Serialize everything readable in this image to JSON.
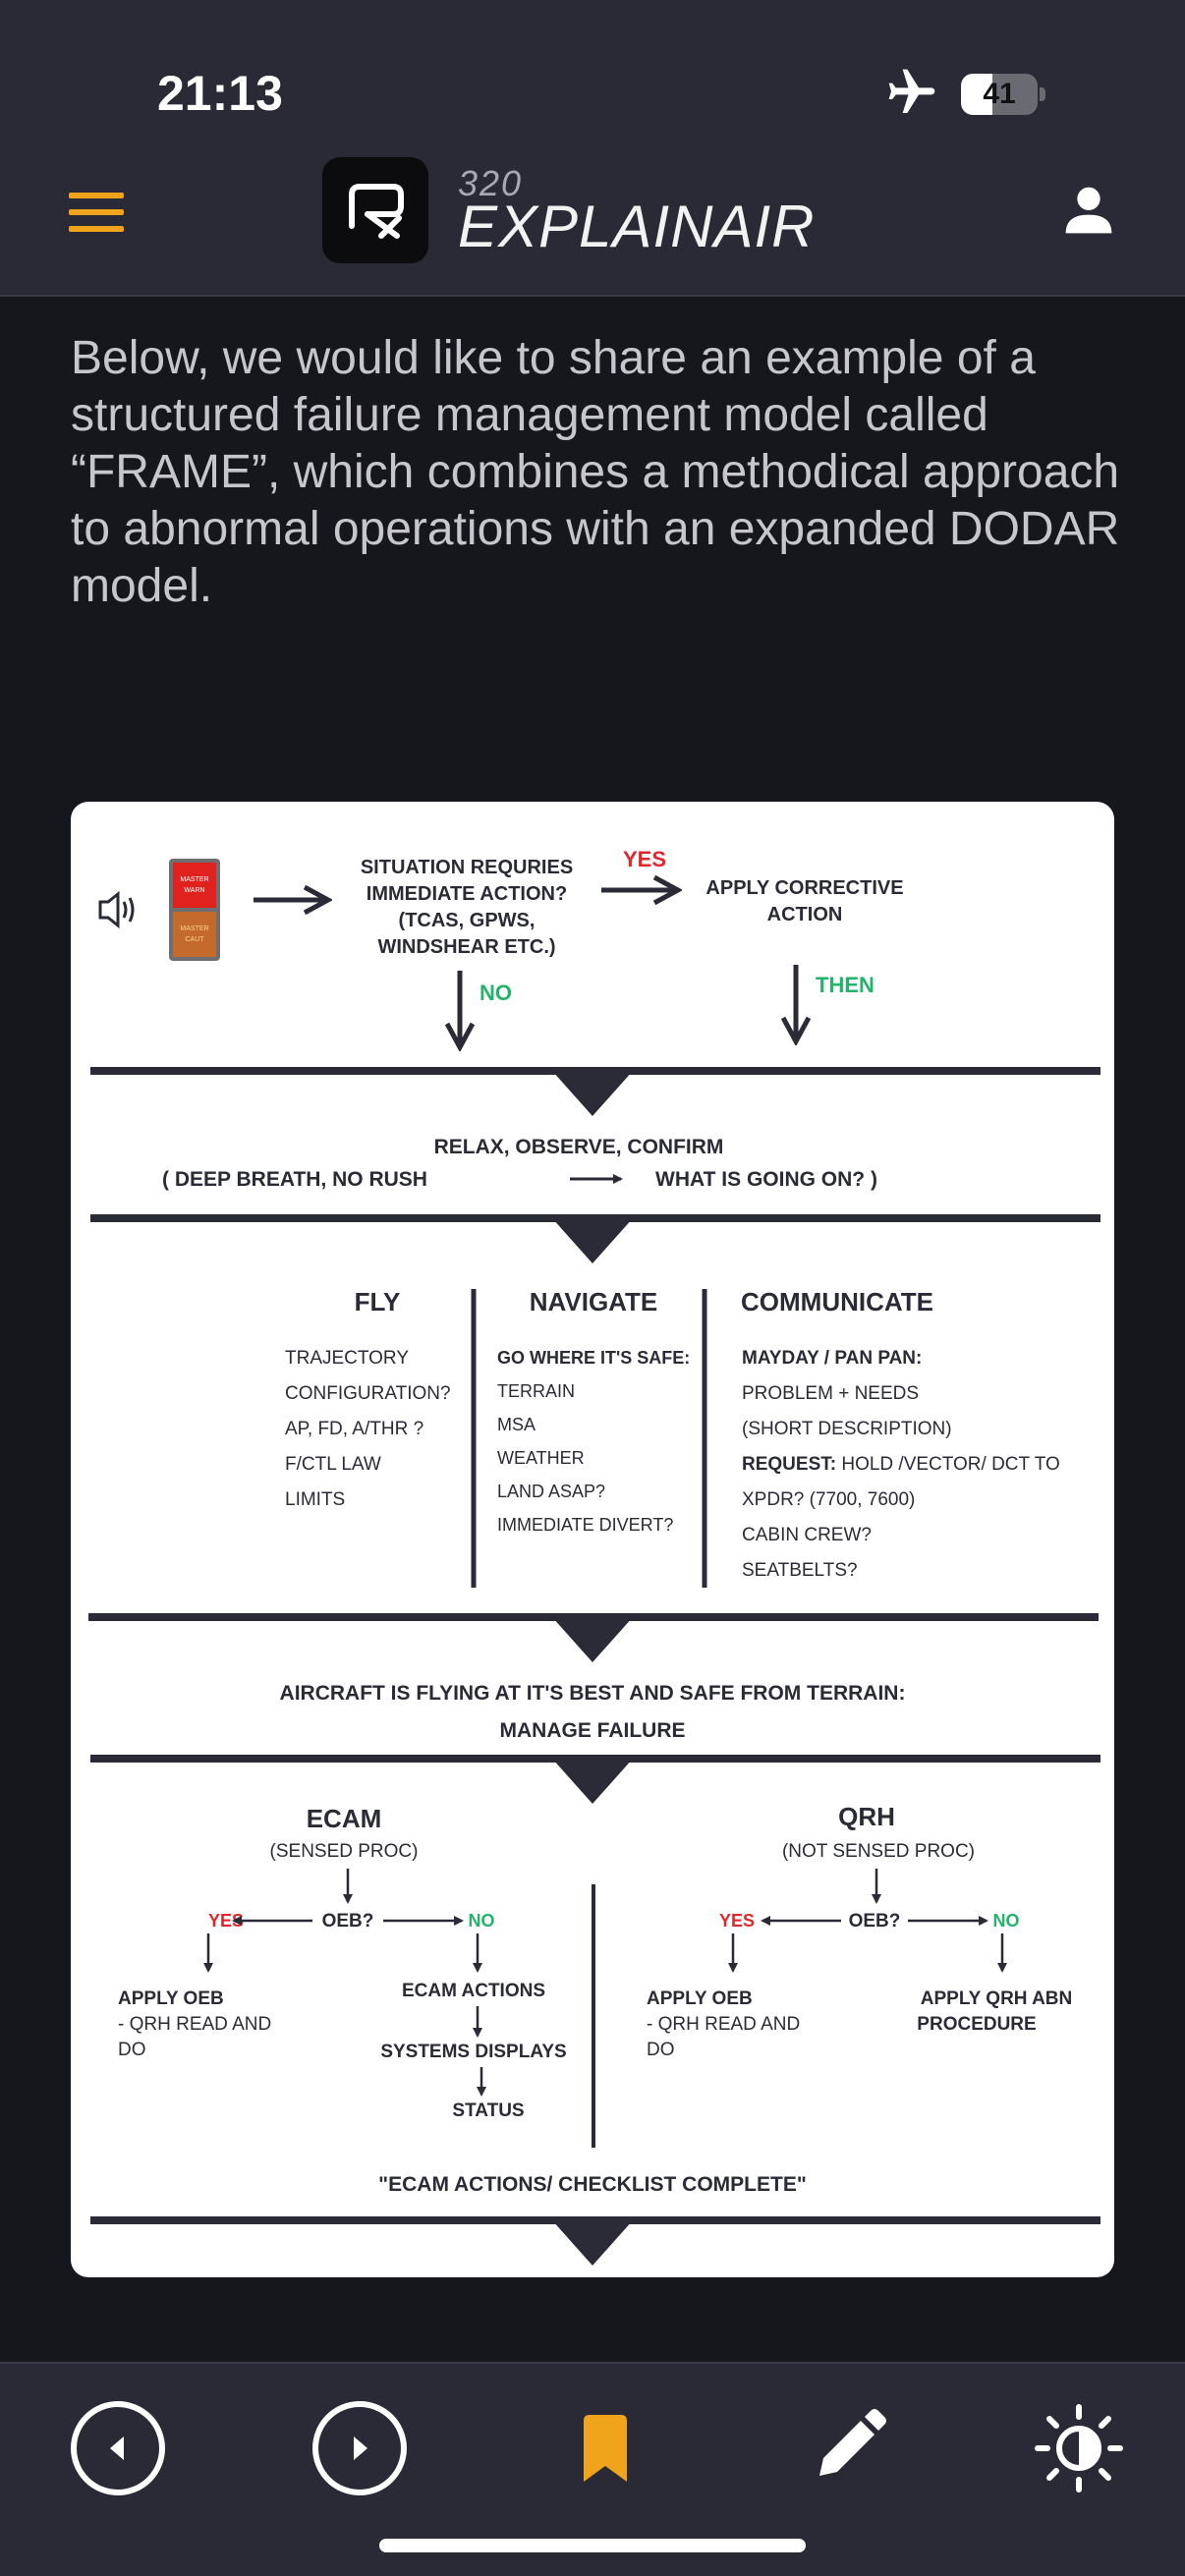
{
  "status_bar": {
    "time": "21:13",
    "battery": "41",
    "battery_level": 0.41
  },
  "header": {
    "logo_sub": "320",
    "logo_title": "EXPLAINAIR"
  },
  "intro_text": "Below, we would like to share an example of a structured failure management model called “FRAME”, which combines a methodical approach to abnormal operations with an expanded DODAR model.",
  "diagram": {
    "master_warn": [
      "MASTER",
      "WARN"
    ],
    "master_caut": [
      "MASTER",
      "CAUT"
    ],
    "situation": [
      "SITUATION REQURIES",
      "IMMEDIATE ACTION?",
      "(TCAS, GPWS,",
      "WINDSHEAR ETC.)"
    ],
    "yes": "YES",
    "no": "NO",
    "then": "THEN",
    "apply_corrective": [
      "APPLY CORRECTIVE",
      "ACTION"
    ],
    "relax": "RELAX, OBSERVE, CONFIRM",
    "deep_breath": "( DEEP BREATH, NO RUSH",
    "what_going_on": "WHAT IS GOING ON? )",
    "fly": {
      "title": "FLY",
      "items": [
        "TRAJECTORY",
        "CONFIGURATION?",
        "AP, FD, A/THR ?",
        "F/CTL LAW",
        "LIMITS"
      ]
    },
    "navigate": {
      "title": "NAVIGATE",
      "heading": "GO WHERE IT'S SAFE:",
      "items": [
        "TERRAIN",
        "MSA",
        "WEATHER",
        "LAND ASAP?",
        "IMMEDIATE DIVERT?"
      ]
    },
    "communicate": {
      "title": "COMMUNICATE",
      "mayday": "MAYDAY / PAN PAN:",
      "problem": "PROBLEM + NEEDS",
      "short": "(SHORT DESCRIPTION)",
      "request_label": "REQUEST:",
      "request_text": " HOLD /VECTOR/ DCT TO",
      "items": [
        "XPDR? (7700, 7600)",
        "CABIN CREW?",
        "SEATBELTS?"
      ]
    },
    "aircraft_safe": "AIRCRAFT IS FLYING AT IT'S BEST AND SAFE FROM TERRAIN:",
    "manage_failure": "MANAGE FAILURE",
    "ecam": {
      "title": "ECAM",
      "sub": "(SENSED PROC)",
      "oeb": "OEB?",
      "apply_oeb": "APPLY OEB",
      "qrh_read": [
        "- QRH READ AND",
        "DO"
      ],
      "actions": "ECAM ACTIONS",
      "systems": "SYSTEMS DISPLAYS",
      "status": "STATUS"
    },
    "qrh": {
      "title": "QRH",
      "sub": "(NOT SENSED PROC)",
      "oeb": "OEB?",
      "apply_oeb": "APPLY OEB",
      "qrh_read": [
        "- QRH READ AND",
        "DO"
      ],
      "apply_abn": [
        "APPLY QRH ABN",
        "PROCEDURE"
      ]
    },
    "complete": "\"ECAM ACTIONS/ CHECKLIST COMPLETE\""
  },
  "colors": {
    "accent": "#f0a41c",
    "yes": "#e3262b",
    "no": "#23b36b",
    "ink": "#2a2b36",
    "header_bg": "#2a2a37",
    "page_bg": "#16161d"
  },
  "bottom_nav": [
    "previous-icon",
    "next-icon",
    "bookmark-icon",
    "edit-icon",
    "brightness-icon"
  ]
}
